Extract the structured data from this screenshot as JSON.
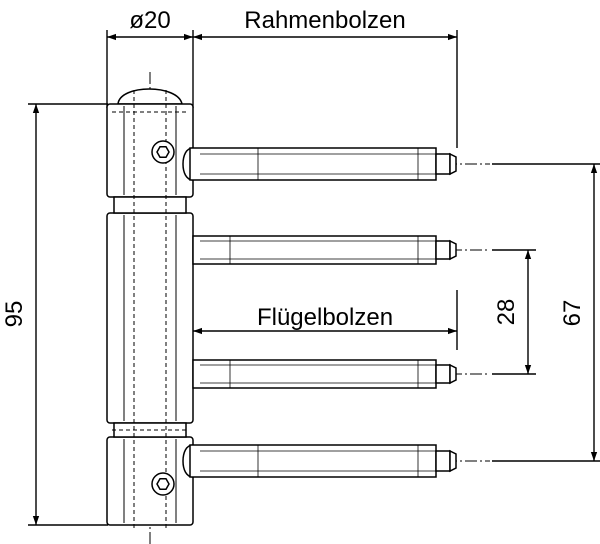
{
  "labels": {
    "diameter": "ø20",
    "frame_bolts": "Rahmenbolzen",
    "sash_bolts": "Flügelbolzen",
    "overall_height": "95",
    "outer_pin_spacing": "67",
    "inner_pin_spacing": "28"
  }
}
